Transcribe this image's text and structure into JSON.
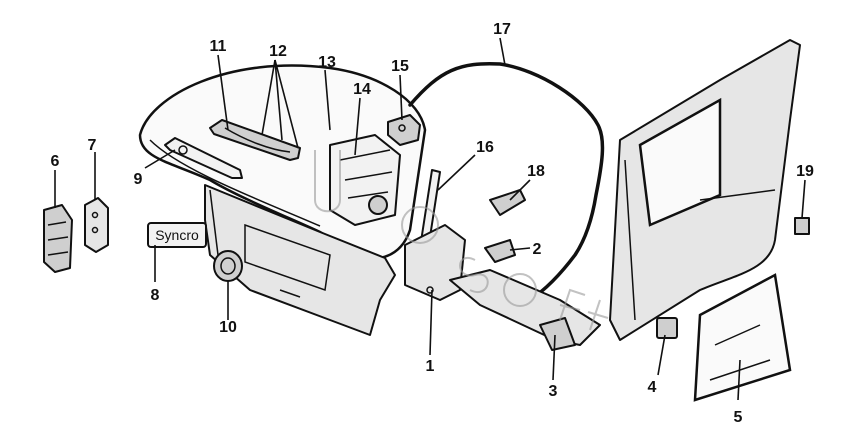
{
  "diagram": {
    "badge_text": "Syncro",
    "callouts": [
      {
        "id": "1",
        "label": "1"
      },
      {
        "id": "2",
        "label": "2"
      },
      {
        "id": "3",
        "label": "3"
      },
      {
        "id": "4",
        "label": "4"
      },
      {
        "id": "5",
        "label": "5"
      },
      {
        "id": "6",
        "label": "6"
      },
      {
        "id": "7",
        "label": "7"
      },
      {
        "id": "8",
        "label": "8"
      },
      {
        "id": "9",
        "label": "9"
      },
      {
        "id": "10",
        "label": "10"
      },
      {
        "id": "11",
        "label": "11"
      },
      {
        "id": "12",
        "label": "12"
      },
      {
        "id": "13",
        "label": "13"
      },
      {
        "id": "14",
        "label": "14"
      },
      {
        "id": "15",
        "label": "15"
      },
      {
        "id": "16",
        "label": "16"
      },
      {
        "id": "17",
        "label": "17"
      },
      {
        "id": "18",
        "label": "18"
      },
      {
        "id": "19",
        "label": "19"
      }
    ],
    "watermark": "UkrSoft"
  }
}
